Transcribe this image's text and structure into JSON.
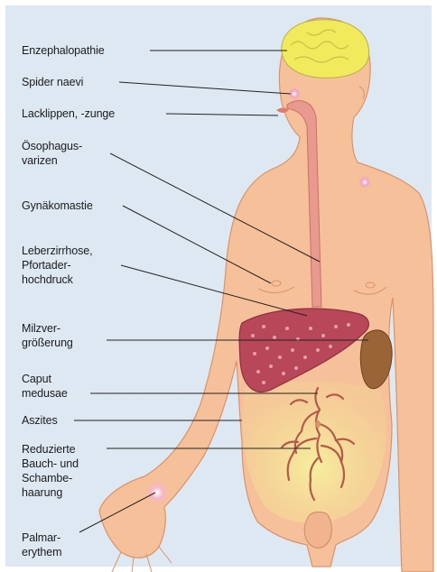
{
  "labels": {
    "enzephalopathie": "Enzephalopathie",
    "spider_naevi": "Spider naevi",
    "lacklippen": "Lacklippen, -zunge",
    "oesophagusvarizen": "Ösophagus-\nvarizen",
    "gynaekomastie": "Gynäkomastie",
    "leberzirrhose": "Leberzirrhose,\nPfortader-\nhochdruck",
    "milzvergroesserung": "Milzver-\ngrößerung",
    "caput_medusae": "Caput\nmedusae",
    "aszites": "Aszites",
    "behaarung": "Reduzierte\nBauch- und\nSchambe-\nhaarung",
    "palmarerythem": "Palmar-\nerythem"
  },
  "colors": {
    "background": "#dde8f3",
    "skin": "#f6c09a",
    "skin_outline": "#d9936a",
    "brain": "#f1ea5c",
    "liver": "#b8475a",
    "spleen": "#9a6436",
    "ascites": "#f3ea96",
    "veins": "#b35a4a",
    "leader_line": "#222222"
  }
}
